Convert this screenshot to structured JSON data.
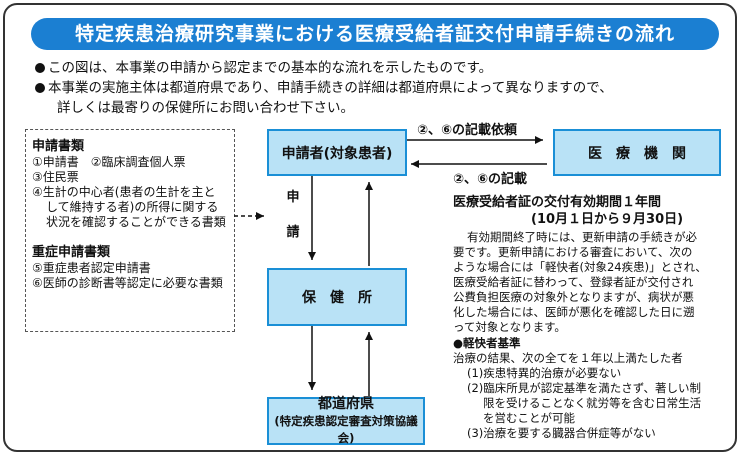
{
  "title": "特定疾患治療研究事業における医療受給者証交付申請手続きの流れ",
  "intro": [
    "この図は、本事業の申請から認定までの基本的な流れを示したものです。",
    "本事業の実施主体は都道府県であり、申請手続きの詳細は都道府県によって異なりますので、",
    "詳しくは最寄りの保健所にお問い合わせ下さい。"
  ],
  "documents": {
    "heading": "申請書類",
    "items": [
      "①申請書　②臨床調査個人票",
      "③住民票",
      "④生計の中心者(患者の生計を主と",
      "して維持する者)の所得に関する",
      "状況を確認することができる書類"
    ],
    "severe_heading": "重症申請書類",
    "severe_items": [
      "⑤重症患者認定申請書",
      "⑥医師の診断書等認定に必要な書類"
    ]
  },
  "nodes": {
    "applicant": "申請者(対象患者)",
    "medical": "医　療　機　関",
    "health_center": "保　健　所",
    "prefecture_title": "都道府県",
    "prefecture_sub": "(特定疾患認定審査対策協議会)"
  },
  "edges": {
    "to_medical": "②、⑥の記載依頼",
    "from_medical": "②、⑥の記載",
    "application": [
      "申",
      "請"
    ]
  },
  "validity": {
    "heading": "医療受給者証の交付有効期間１年間",
    "period": "(10月１日から９月30日)",
    "body": [
      "有効期間終了時には、更新申請の手続きが必",
      "要です。更新申請における審査において、次の",
      "ような場合には「軽快者(対象24疾患)」とされ、",
      "医療受給者証に替わって、登録者証が交付され",
      "公費負担医療の対象外となりますが、病状が悪",
      "化した場合には、医師が悪化を確認した日に遡",
      "って対象となります。"
    ],
    "criteria_heading": "●軽快者基準",
    "criteria_intro": "治療の結果、次の全てを１年以上満たした者",
    "criteria": [
      "(1)疾患特異的治療が必要ない",
      "(2)臨床所見が認定基準を満たさず、著しい制",
      "限を受けることなく就労等を含む日常生活",
      "を営むことが可能",
      "(3)治療を要する臓器合併症等がない"
    ]
  },
  "colors": {
    "title_bg": "#1b7fd2",
    "box_fill": "#b9e2f6",
    "box_border": "#1a8fd6"
  }
}
